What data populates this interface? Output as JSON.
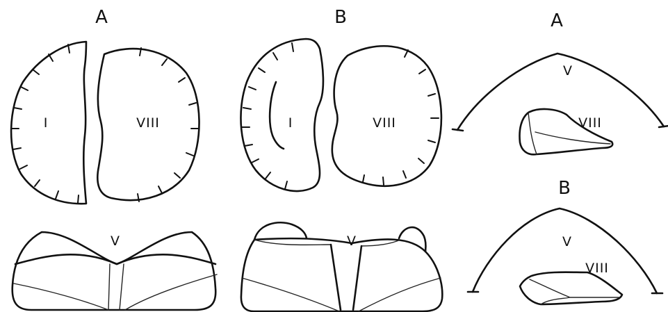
{
  "panels": {
    "left": {
      "heading": "A",
      "left_segment_label": "I",
      "right_segment_label": "VIII",
      "bottom_label": "V"
    },
    "middle": {
      "heading": "B",
      "left_segment_label": "I",
      "right_segment_label": "VIII",
      "bottom_label": "V"
    },
    "right_top": {
      "heading": "A",
      "arch_label": "V",
      "inner_label": "VIII"
    },
    "right_bottom": {
      "heading": "B",
      "arch_label": "V",
      "inner_label": "VIII"
    }
  },
  "colors": {
    "ink": "#111111",
    "paper": "#ffffff"
  }
}
